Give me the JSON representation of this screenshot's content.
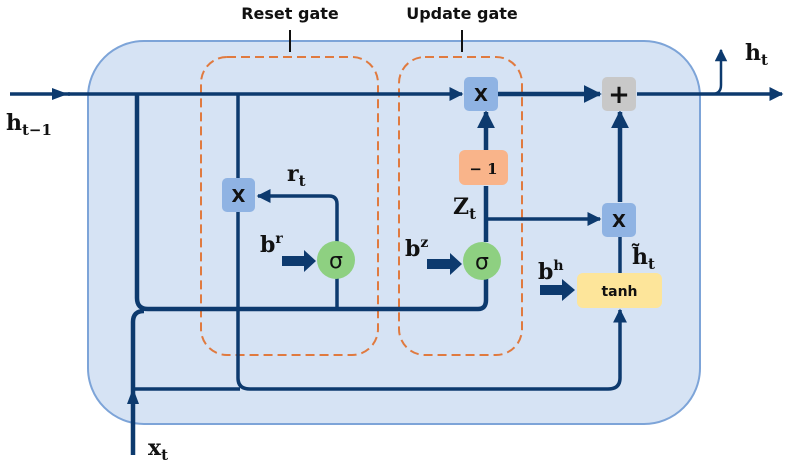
{
  "diagram": {
    "title": "GRU cell",
    "colors": {
      "cell_fill": "#d6e3f4",
      "cell_border": "#7da4d8",
      "wire": "#0d3a6e",
      "gate_box": "#e07a3f",
      "mult_node": "#8fb3e3",
      "add_node": "#c8c8c8",
      "minus_node": "#f9b48a",
      "sigma_node": "#8ed081",
      "tanh_node": "#fde59a"
    },
    "gate_labels": {
      "reset": "Reset gate",
      "update": "Update gate"
    },
    "inputs": {
      "h_prev": {
        "base": "h",
        "sub": "t−1"
      },
      "x": {
        "base": "x",
        "sub": "t"
      }
    },
    "outputs": {
      "h": {
        "base": "h",
        "sub": "t"
      }
    },
    "signals": {
      "r": {
        "base": "r",
        "sub": "t"
      },
      "z": {
        "base": "Z",
        "sub": "t"
      },
      "h_tilde": {
        "base": "h̃",
        "sub": "t"
      }
    },
    "biases": {
      "r": {
        "base": "b",
        "sup": "r"
      },
      "z": {
        "base": "b",
        "sup": "z"
      },
      "h": {
        "base": "b",
        "sup": "h"
      }
    },
    "operators": {
      "mult_reset": "X",
      "mult_update": "X",
      "mult_candidate": "X",
      "add": "+",
      "minus_one": "− 1",
      "sigma_reset": "σ",
      "sigma_update": "σ",
      "tanh": "tanh"
    }
  }
}
